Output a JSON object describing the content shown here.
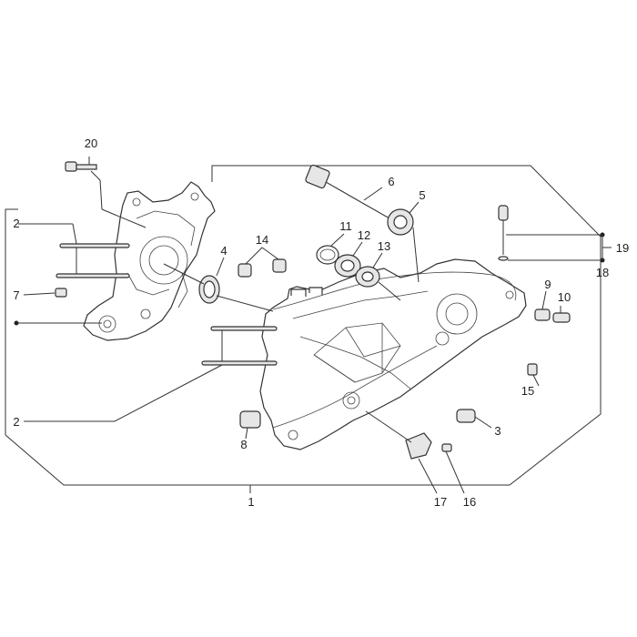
{
  "diagram": {
    "labels": {
      "l1": "1",
      "l2a": "2",
      "l2b": "2",
      "l3": "3",
      "l4": "4",
      "l5": "5",
      "l6": "6",
      "l7": "7",
      "l8": "8",
      "l9": "9",
      "l10": "10",
      "l11": "11",
      "l12": "12",
      "l13": "13",
      "l14": "14",
      "l15": "15",
      "l16": "16",
      "l17": "17",
      "l18": "18",
      "l19": "19",
      "l20": "20"
    }
  }
}
